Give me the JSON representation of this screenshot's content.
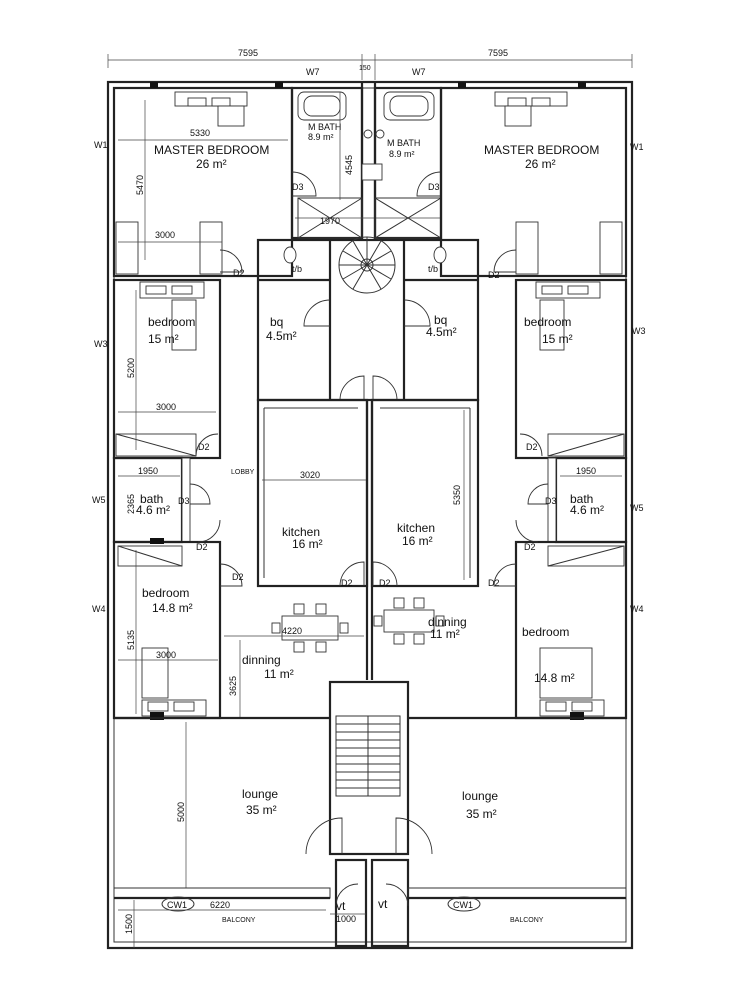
{
  "dimensions": {
    "top_left": "7595",
    "top_right": "7595",
    "top_center": "150",
    "master_width": "5330",
    "master_height": "5470",
    "master_sub": "3000",
    "bath_height": "4545",
    "bath_width": "1970",
    "bed_height": "5200",
    "bed_width": "3000",
    "bath_small_width_left": "1950",
    "bath_small_width_right": "1950",
    "bath_small_height": "2365",
    "kitchen_width": "3020",
    "kitchen_height": "5350",
    "bed3_height": "5135",
    "bed3_width": "3000",
    "dining_width": "4220",
    "dining_height": "3625",
    "lounge_height": "5000",
    "balcony_width": "6220",
    "balcony_height": "1500",
    "vt_width": "1000"
  },
  "rooms": {
    "master_left": "MASTER BEDROOM",
    "master_left_area": "26 m²",
    "master_right": "MASTER BEDROOM",
    "master_right_area": "26 m²",
    "mbath_left": "M BATH",
    "mbath_left_area": "8.9 m²",
    "mbath_right": "M BATH",
    "mbath_right_area": "8.9 m²",
    "bed_left": "bedroom",
    "bed_left_area": "15 m²",
    "bed_right": "bedroom",
    "bed_right_area": "15 m²",
    "bq_left": "bq",
    "bq_left_area": "4.5m²",
    "bq_right": "bq",
    "bq_right_area": "4.5m²",
    "bath_left": "bath",
    "bath_left_area": "4.6 m²",
    "bath_right": "bath",
    "bath_right_area": "4.6 m²",
    "kitchen_left": "kitchen",
    "kitchen_left_area": "16 m²",
    "kitchen_right": "kitchen",
    "kitchen_right_area": "16 m²",
    "bed3_left": "bedroom",
    "bed3_left_area": "14.8 m²",
    "bed3_right": "bedroom",
    "bed3_right_area": "14.8 m²",
    "dining_left": "dinning",
    "dining_left_area": "11 m²",
    "dining_right": "dinning",
    "dining_right_area": "11 m²",
    "lounge_left": "lounge",
    "lounge_left_area": "35 m²",
    "lounge_right": "lounge",
    "lounge_right_area": "35 m²",
    "lobby": "LOBBY",
    "balcony_left": "BALCONY",
    "balcony_right": "BALCONY",
    "vt_left": "vt",
    "vt_right": "vt",
    "tb_left": "t/b",
    "tb_right": "t/b"
  },
  "tags": {
    "w1": "W1",
    "w3": "W3",
    "w4": "W4",
    "w5": "W5",
    "w7": "W7",
    "d2": "D2",
    "d3": "D3",
    "cw1": "CW1"
  }
}
